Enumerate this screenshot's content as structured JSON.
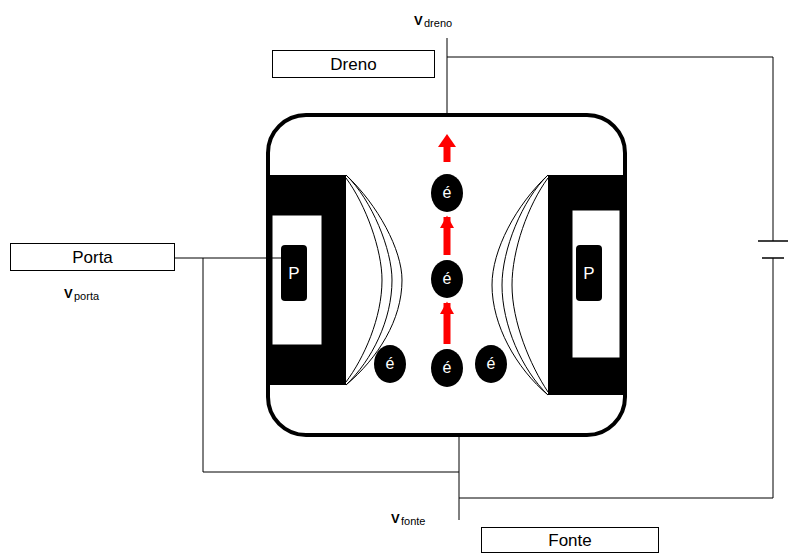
{
  "diagram": {
    "nodes": [
      {
        "text": [
          "Dreno"
        ]
      },
      {
        "text": [
          "Porta"
        ]
      },
      {
        "text": [
          "P"
        ]
      },
      {
        "text": [
          "P"
        ]
      },
      {
        "text": [
          "é"
        ]
      },
      {
        "text": [
          "é"
        ]
      },
      {
        "text": [
          "é"
        ]
      },
      {
        "text": [
          "é"
        ]
      },
      {
        "text": [
          "é"
        ]
      },
      {
        "text": [
          "Fonte"
        ]
      }
    ],
    "edges": [
      {
        "from": 7,
        "to": 5,
        "arrow": "to"
      },
      {
        "from": 5,
        "to": 4,
        "arrow": "to"
      },
      {
        "from": 1,
        "to": 2,
        "arrow": "none"
      }
    ],
    "labels": [
      "V",
      "dreno",
      "V",
      "porta",
      "V",
      "fonte"
    ]
  }
}
